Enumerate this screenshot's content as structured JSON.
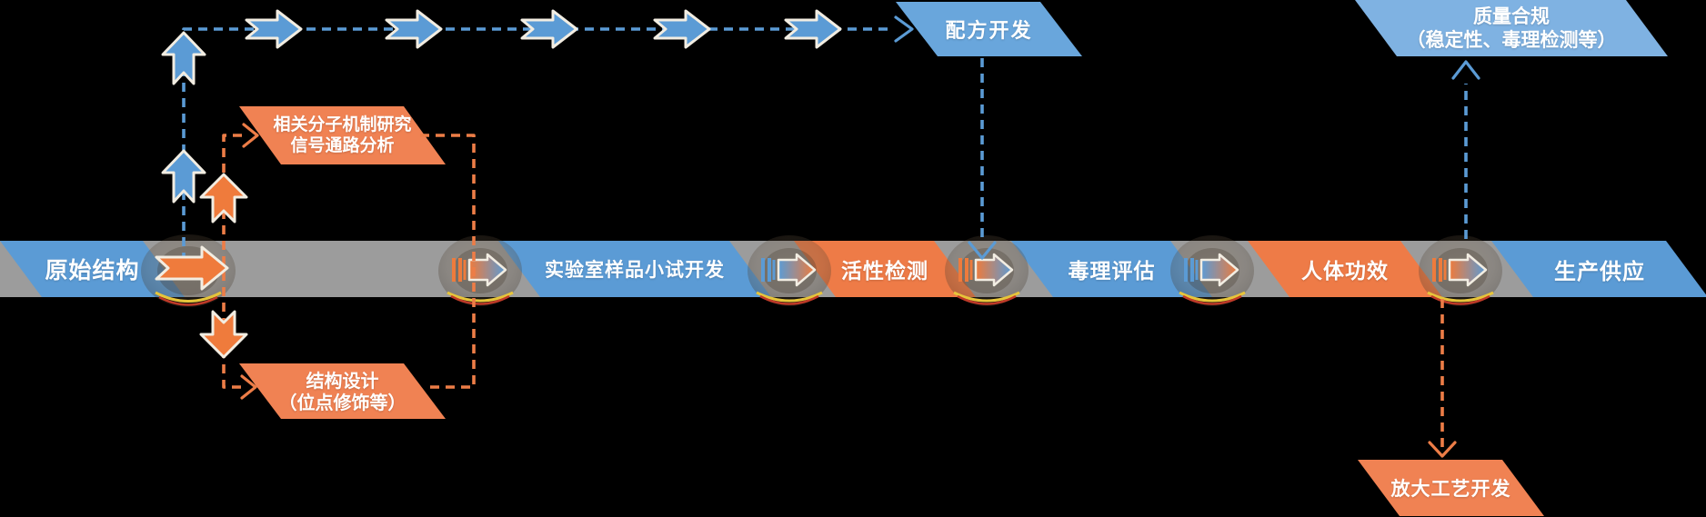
{
  "colors": {
    "background": "#000000",
    "band_gray": "#9C9C9C",
    "stage_blue": "#5B9BD5",
    "formula_blue": "#69A6DC",
    "quality_blue": "#7FB2E2",
    "stage_orange": "#EE7B47",
    "node_orange": "#F08253",
    "dashed_blue": "#5B9BD5",
    "dashed_orange": "#ED7D47",
    "arrow_outline_cream": "#F2EDE2"
  },
  "band": {
    "stages": [
      {
        "id": "original-structure",
        "label": "原始结构",
        "color": "blue"
      },
      {
        "id": "lab-pilot-development",
        "label": "实验室样品小试开发",
        "color": "blue"
      },
      {
        "id": "activity-testing",
        "label": "活性检测",
        "color": "orange"
      },
      {
        "id": "toxicology-evaluation",
        "label": "毒理评估",
        "color": "blue"
      },
      {
        "id": "human-efficacy",
        "label": "人体功效",
        "color": "orange"
      },
      {
        "id": "production-supply",
        "label": "生产供应",
        "color": "blue"
      }
    ]
  },
  "nodes": {
    "formula_dev": {
      "label": "配方开发"
    },
    "quality_compliance": {
      "line1": "质量合规",
      "line2": "（稳定性、毒理检测等）"
    },
    "mechanism_research": {
      "line1": "相关分子机制研究",
      "line2": "信号通路分析"
    },
    "structure_design": {
      "line1": "结构设计",
      "line2": "（位点修饰等）"
    },
    "scaleup_process": {
      "label": "放大工艺开发"
    }
  }
}
